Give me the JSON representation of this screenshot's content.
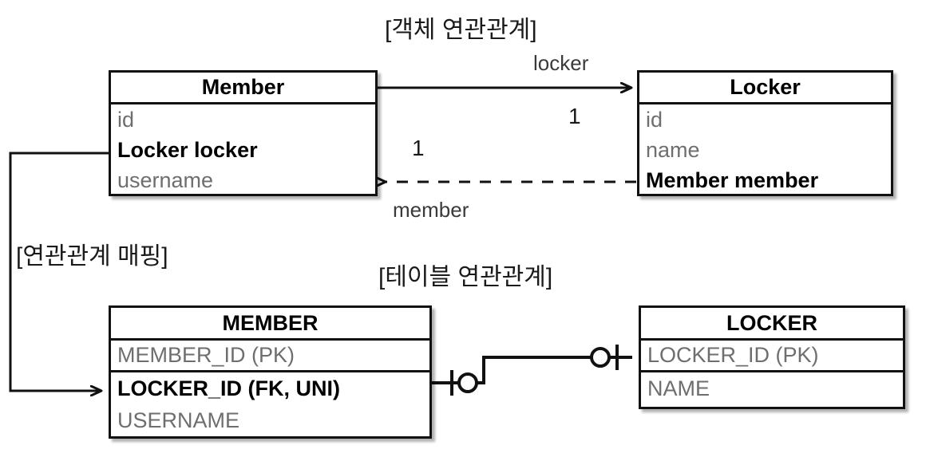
{
  "diagram": {
    "type": "uml-erd-mapping",
    "sections": {
      "object_association": "[객체 연관관계]",
      "association_mapping": "[연관관계 매핑]",
      "table_association": "[테이블 연관관계]"
    },
    "entities": {
      "uml_member": {
        "title": "Member",
        "attributes": [
          {
            "name": "id",
            "emphasis": false
          },
          {
            "name": "Locker locker",
            "emphasis": true
          },
          {
            "name": "username",
            "emphasis": false
          }
        ]
      },
      "uml_locker": {
        "title": "Locker",
        "attributes": [
          {
            "name": "id",
            "emphasis": false
          },
          {
            "name": "name",
            "emphasis": false
          },
          {
            "name": "Member member",
            "emphasis": true
          }
        ]
      },
      "table_member": {
        "title": "MEMBER",
        "columns": [
          {
            "name": "MEMBER_ID (PK)",
            "emphasis": false
          },
          {
            "name": "LOCKER_ID (FK, UNI)",
            "emphasis": true
          },
          {
            "name": "USERNAME",
            "emphasis": false
          }
        ]
      },
      "table_locker": {
        "title": "LOCKER",
        "columns": [
          {
            "name": "LOCKER_ID (PK)",
            "emphasis": false
          },
          {
            "name": "NAME",
            "emphasis": false
          }
        ]
      }
    },
    "edges": {
      "member_to_locker": {
        "label": "locker",
        "multiplicity": "1",
        "style": "solid",
        "direction": "right"
      },
      "locker_to_member": {
        "label": "member",
        "multiplicity": "1",
        "style": "dashed",
        "direction": "left"
      },
      "table_join": {
        "left_cardinality": "zero-or-one",
        "right_cardinality": "zero-or-one"
      },
      "mapping_arrow": {
        "from": "uml_member.Locker locker",
        "to": "table_member.LOCKER_ID (FK, UNI)"
      }
    },
    "colors": {
      "stroke": "#111111",
      "attribute_text": "#6e6e6e",
      "emphasis_text": "#000000",
      "background": "#ffffff"
    }
  }
}
